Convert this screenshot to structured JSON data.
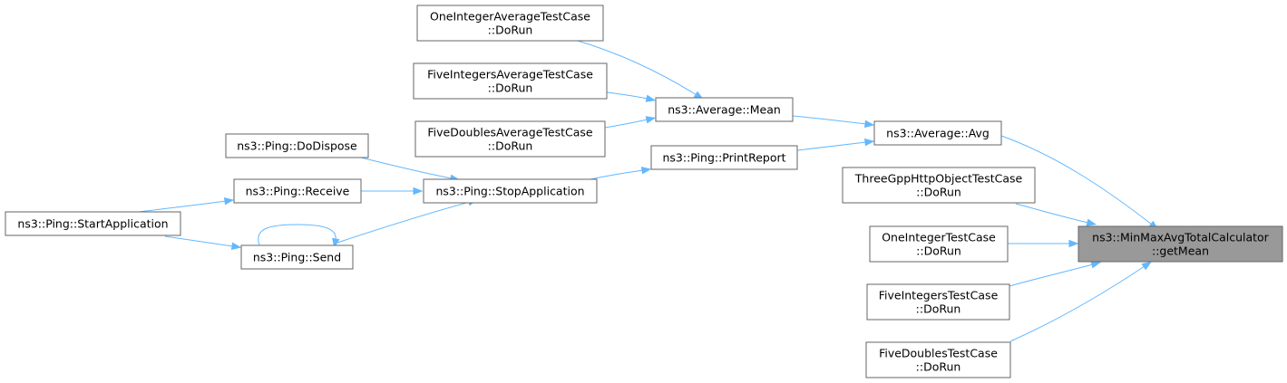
{
  "graph": {
    "colors": {
      "edge": "#63b8ff",
      "node_border": "#666666",
      "focus_fill": "#999999",
      "node_fill": "#ffffff"
    },
    "nodes": {
      "getMean": {
        "lines": [
          "ns3::MinMaxAvgTotalCalculator",
          "::getMean"
        ]
      },
      "avg": {
        "lines": [
          "ns3::Average::Avg"
        ]
      },
      "mean": {
        "lines": [
          "ns3::Average::Mean"
        ]
      },
      "oneIntAvg": {
        "lines": [
          "OneIntegerAverageTestCase",
          "::DoRun"
        ]
      },
      "fiveIntAvg": {
        "lines": [
          "FiveIntegersAverageTestCase",
          "::DoRun"
        ]
      },
      "fiveDblAvg": {
        "lines": [
          "FiveDoublesAverageTestCase",
          "::DoRun"
        ]
      },
      "printReport": {
        "lines": [
          "ns3::Ping::PrintReport"
        ]
      },
      "stopApp": {
        "lines": [
          "ns3::Ping::StopApplication"
        ]
      },
      "doDispose": {
        "lines": [
          "ns3::Ping::DoDispose"
        ]
      },
      "receive": {
        "lines": [
          "ns3::Ping::Receive"
        ]
      },
      "send": {
        "lines": [
          "ns3::Ping::Send"
        ]
      },
      "startApp": {
        "lines": [
          "ns3::Ping::StartApplication"
        ]
      },
      "threeGpp": {
        "lines": [
          "ThreeGppHttpObjectTestCase",
          "::DoRun"
        ]
      },
      "oneInt": {
        "lines": [
          "OneIntegerTestCase",
          "::DoRun"
        ]
      },
      "fiveInt": {
        "lines": [
          "FiveIntegersTestCase",
          "::DoRun"
        ]
      },
      "fiveDbl": {
        "lines": [
          "FiveDoublesTestCase",
          "::DoRun"
        ]
      }
    },
    "edges": [
      [
        "avg",
        "getMean"
      ],
      [
        "threeGpp",
        "getMean"
      ],
      [
        "oneInt",
        "getMean"
      ],
      [
        "fiveInt",
        "getMean"
      ],
      [
        "fiveDbl",
        "getMean"
      ],
      [
        "mean",
        "avg"
      ],
      [
        "printReport",
        "avg"
      ],
      [
        "oneIntAvg",
        "mean"
      ],
      [
        "fiveIntAvg",
        "mean"
      ],
      [
        "fiveDblAvg",
        "mean"
      ],
      [
        "stopApp",
        "printReport"
      ],
      [
        "doDispose",
        "stopApp"
      ],
      [
        "receive",
        "stopApp"
      ],
      [
        "send",
        "stopApp"
      ],
      [
        "startApp",
        "receive"
      ],
      [
        "startApp",
        "send"
      ],
      [
        "send",
        "send"
      ]
    ]
  }
}
